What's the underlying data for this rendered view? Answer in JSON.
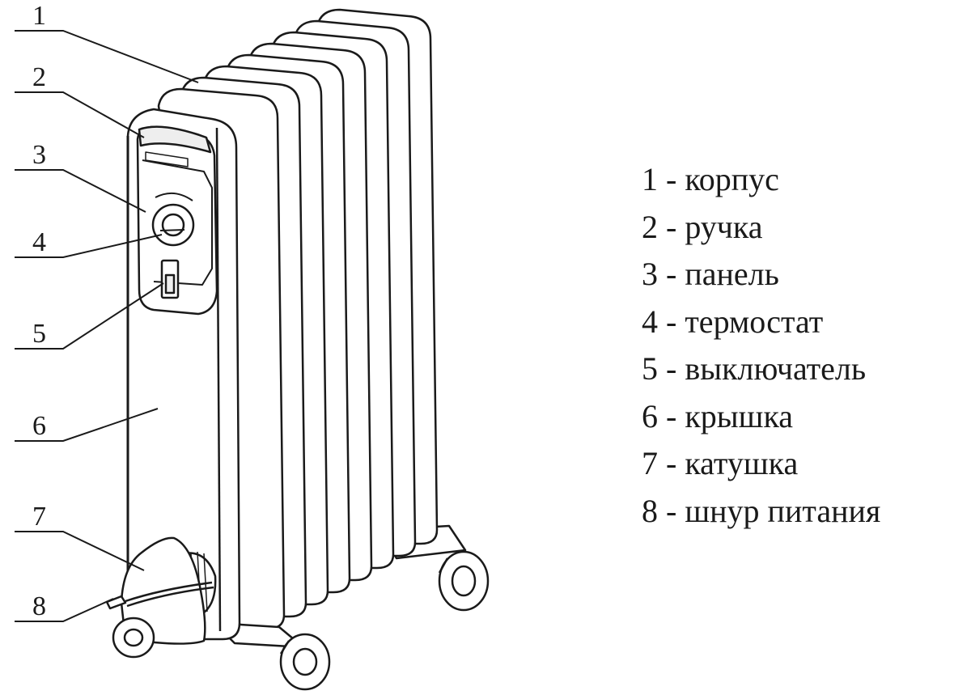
{
  "callouts": [
    "1",
    "2",
    "3",
    "4",
    "5",
    "6",
    "7",
    "8"
  ],
  "legend": [
    {
      "number": "1",
      "separator": " - ",
      "label": "корпус"
    },
    {
      "number": "2",
      "separator": " - ",
      "label": "ручка"
    },
    {
      "number": "3",
      "separator": " - ",
      "label": "панель"
    },
    {
      "number": "4",
      "separator": " - ",
      "label": "термостат"
    },
    {
      "number": "5",
      "separator": " - ",
      "label": "выключатель"
    },
    {
      "number": "6",
      "separator": " - ",
      "label": "крышка"
    },
    {
      "number": "7",
      "separator": " - ",
      "label": "катушка"
    },
    {
      "number": "8",
      "separator": " - ",
      "label": "шнур питания"
    }
  ],
  "colors": {
    "line": "#1a1a1a",
    "fill": "#ffffff",
    "shade": "#eeeeee"
  },
  "icons": [
    "oil-radiator-illustration"
  ]
}
